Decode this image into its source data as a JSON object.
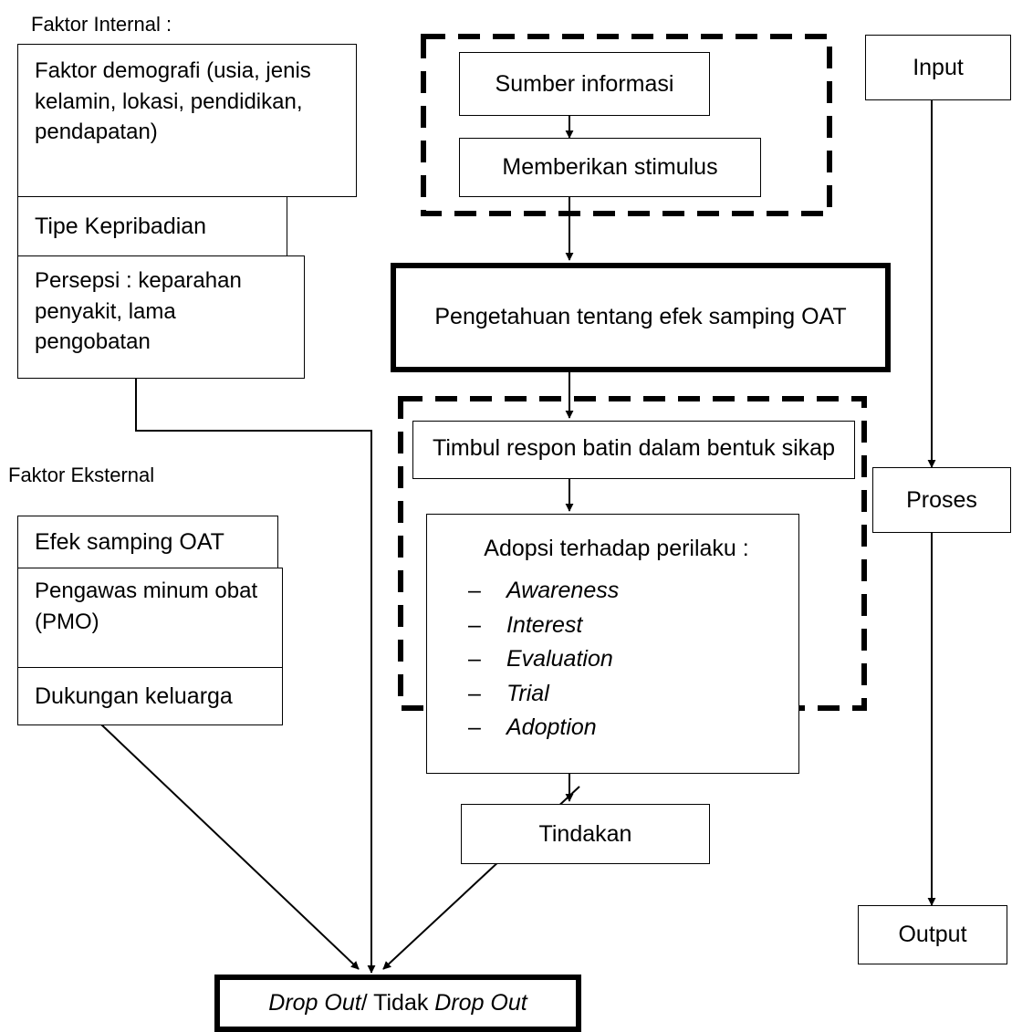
{
  "labels": {
    "internal": "Faktor Internal :",
    "external": "Faktor Eksternal"
  },
  "internal_factors": {
    "demographics": "Faktor demografi (usia, jenis kelamin, lokasi, pendidikan, pendapatan)",
    "personality": "Tipe Kepribadian",
    "perception": "Persepsi : keparahan penyakit, lama pengobatan"
  },
  "external_factors": {
    "side_effects": "Efek samping OAT",
    "pmo": "Pengawas minum obat (PMO)",
    "family_support": "Dukungan keluarga"
  },
  "center": {
    "info_source": "Sumber informasi",
    "stimulus": "Memberikan stimulus",
    "knowledge": "Pengetahuan tentang efek samping OAT",
    "response": "Timbul respon batin dalam bentuk sikap",
    "adoption_title": "Adopsi terhadap perilaku :",
    "adoption_stages": [
      "Awareness",
      "Interest",
      "Evaluation",
      "Trial",
      "Adoption"
    ],
    "action": "Tindakan"
  },
  "right": {
    "input": "Input",
    "process": "Proses",
    "output": "Output"
  },
  "outcome": {
    "drop_out_a": "Drop Out",
    "separator": "/ Tidak ",
    "drop_out_b": "Drop Out"
  }
}
